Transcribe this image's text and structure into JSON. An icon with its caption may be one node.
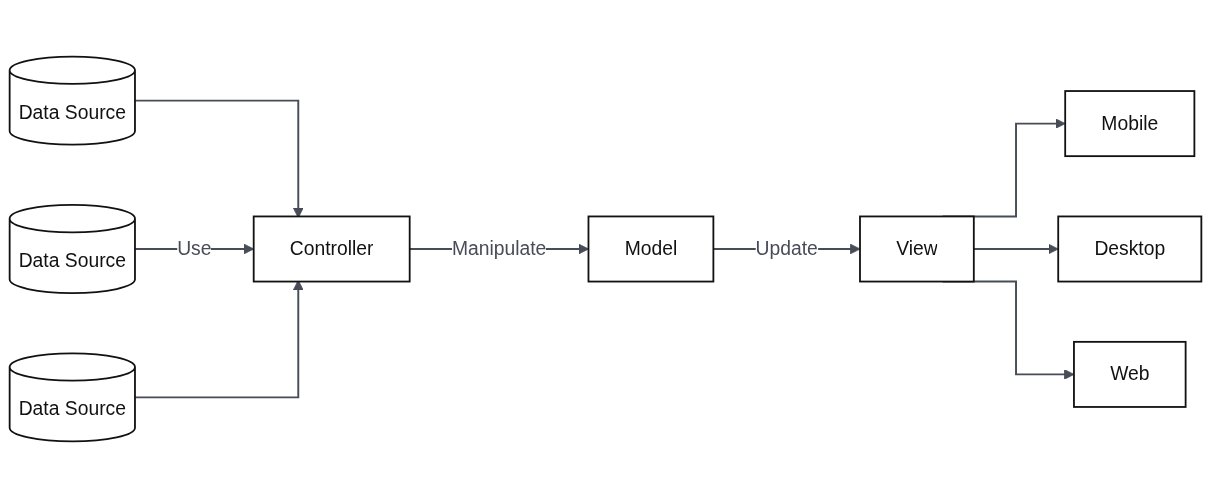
{
  "diagram": {
    "nodes": [
      {
        "text": [
          "Data Source"
        ]
      },
      {
        "text": [
          "Data Source"
        ]
      },
      {
        "text": [
          "Data Source"
        ]
      },
      {
        "text": [
          "Controller"
        ]
      },
      {
        "text": [
          "Model"
        ]
      },
      {
        "text": [
          "View"
        ]
      },
      {
        "text": [
          "Mobile"
        ]
      },
      {
        "text": [
          "Desktop"
        ]
      },
      {
        "text": [
          "Web"
        ]
      }
    ],
    "edges": [
      {
        "from": 0,
        "to": 3,
        "arrow": "to"
      },
      {
        "from": 1,
        "to": 3,
        "arrow": "to",
        "label": "Use"
      },
      {
        "from": 2,
        "to": 3,
        "arrow": "to"
      },
      {
        "from": 3,
        "to": 4,
        "arrow": "to",
        "label": "Manipulate"
      },
      {
        "from": 4,
        "to": 5,
        "arrow": "to",
        "label": "Update"
      },
      {
        "from": 5,
        "to": 6,
        "arrow": "to"
      },
      {
        "from": 5,
        "to": 7,
        "arrow": "to"
      },
      {
        "from": 5,
        "to": 8,
        "arrow": "to"
      }
    ]
  }
}
